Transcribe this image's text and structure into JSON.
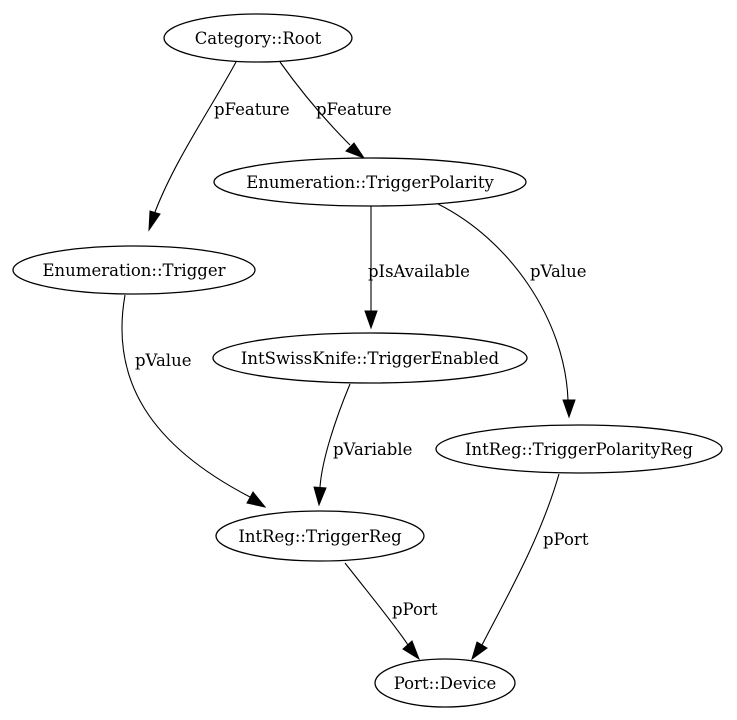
{
  "nodes": {
    "root": "Category::Root",
    "trigger_polarity": "Enumeration::TriggerPolarity",
    "trigger": "Enumeration::Trigger",
    "trigger_enabled": "IntSwissKnife::TriggerEnabled",
    "trigger_polarity_reg": "IntReg::TriggerPolarityReg",
    "trigger_reg": "IntReg::TriggerReg",
    "port_device": "Port::Device"
  },
  "edges": {
    "root_to_trigger": "pFeature",
    "root_to_trigger_polarity": "pFeature",
    "polarity_to_enabled": "pIsAvailable",
    "polarity_to_polarity_reg": "pValue",
    "trigger_to_trigger_reg": "pValue",
    "enabled_to_trigger_reg": "pVariable",
    "trigger_reg_to_device": "pPort",
    "polarity_reg_to_device": "pPort"
  }
}
